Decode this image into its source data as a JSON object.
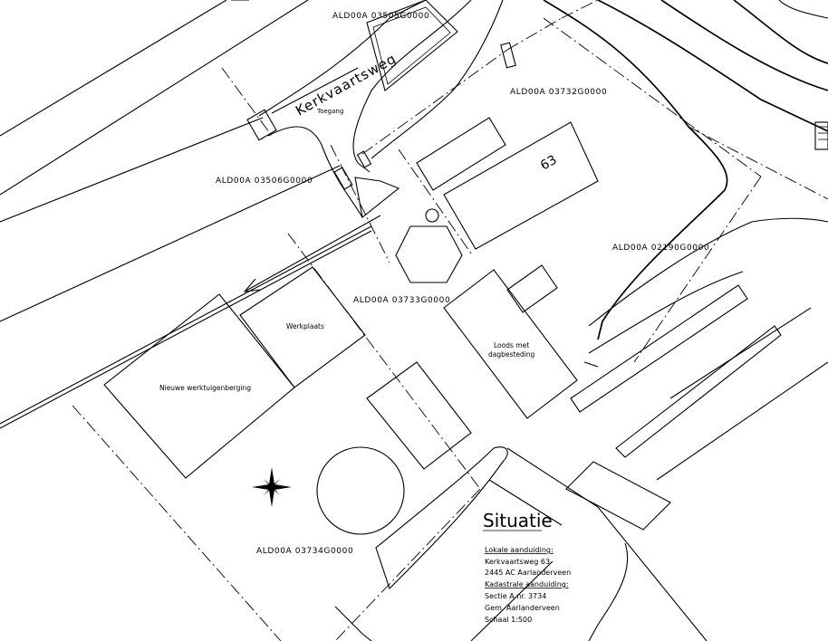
{
  "parcels": [
    "ALD00A 03505G0000",
    "ALD00A 03732G0000",
    "ALD00A 03506G0000",
    "ALD00A 02190G0000",
    "ALD00A 03733G0000",
    "ALD00A 03734G0000"
  ],
  "street": "Kerkvaartsweg",
  "access": "Toegang",
  "house_number": "63",
  "buildings": {
    "werkplaats": "Werkplaats",
    "berging": "Nieuwe werktuigenberging",
    "loods_line1": "Loods met",
    "loods_line2": "dagbesteding"
  },
  "legend": {
    "title": "Situatie",
    "location_heading": "Lokale aanduiding:",
    "address_line1": "Kerkvaartsweg 63",
    "address_line2": "2445 AC Aarlanderveen",
    "cadastral_heading": "Kadastrale aanduiding:",
    "section": "Sectie A nr. 3734",
    "municipality": "Gem. Aarlanderveen",
    "scale": "Schaal 1:500"
  },
  "icons": {
    "north": "compass-rose-icon",
    "arrow": "direction-arrow-icon"
  }
}
